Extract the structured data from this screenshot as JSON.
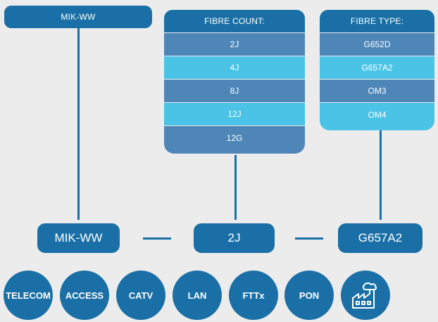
{
  "headers": {
    "model": "MIK-WW",
    "fibre_count": "FIBRE COUNT:",
    "fibre_type": "FIBRE TYPE:"
  },
  "fibre_count_options": [
    "2J",
    "4J",
    "8J",
    "12J",
    "12G"
  ],
  "fibre_type_options": [
    "G652D",
    "G657A2",
    "OM3",
    "OM4"
  ],
  "selection": {
    "model": "MIK-WW",
    "fibre_count": "2J",
    "fibre_type": "G657A2"
  },
  "applications": [
    "TELECOM",
    "ACCESS",
    "CATV",
    "LAN",
    "FTTx",
    "PON"
  ],
  "application_icon": "factory-icon",
  "colors": {
    "dark": "#1a70a6",
    "mid": "#4e86b8",
    "light": "#4ac3e6",
    "background": "#ececec"
  }
}
